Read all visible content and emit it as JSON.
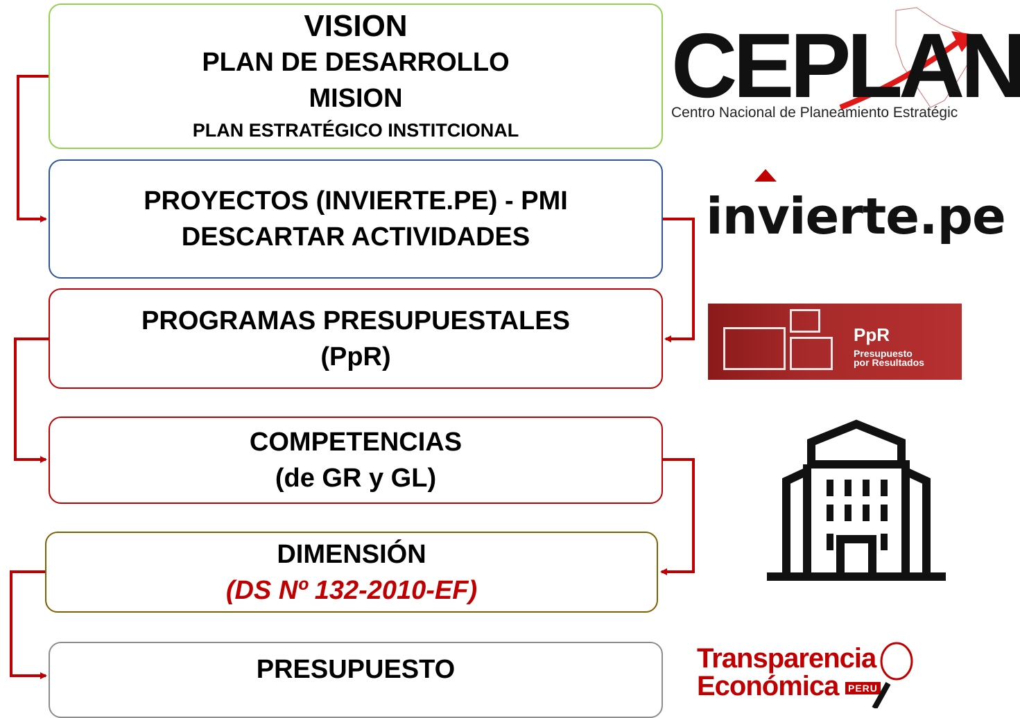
{
  "boxes": {
    "vision": {
      "line1": "VISION",
      "line2": "PLAN DE DESARROLLO",
      "line3": "MISION",
      "line4": "PLAN ESTRATÉGICO INSTITCIONAL"
    },
    "proyectos": {
      "line1": "PROYECTOS (INVIERTE.PE) - PMI",
      "line2": "DESCARTAR ACTIVIDADES"
    },
    "programas": {
      "line1": "PROGRAMAS PRESUPUESTALES",
      "line2": "(PpR)"
    },
    "competencias": {
      "line1": "COMPETENCIAS",
      "line2": "(de GR y GL)"
    },
    "dimension": {
      "line1": "DIMENSIÓN",
      "line2": "(DS Nº 132-2010-EF)"
    },
    "presupuesto": {
      "line1": "PRESUPUESTO"
    }
  },
  "logos": {
    "ceplan": {
      "word": "CEPLAN",
      "subtitle": "Centro Nacional de Planeamiento Estratégic"
    },
    "invierte": {
      "word": "invierte.pe"
    },
    "ppr": {
      "title": "PpR",
      "subtitle_line1": "Presupuesto",
      "subtitle_line2": "por Resultados"
    },
    "transparencia": {
      "line1": "Transparencia",
      "line2": "Económica",
      "badge": "PERU"
    }
  },
  "colors": {
    "connector": "#c00000",
    "vision_border": "#92d050",
    "proyectos_border": "#2f5597",
    "red_border": "#c00000",
    "dimension_border": "#7f6000",
    "presupuesto_border": "#8c8c8c"
  },
  "icons": [
    "building-icon"
  ]
}
